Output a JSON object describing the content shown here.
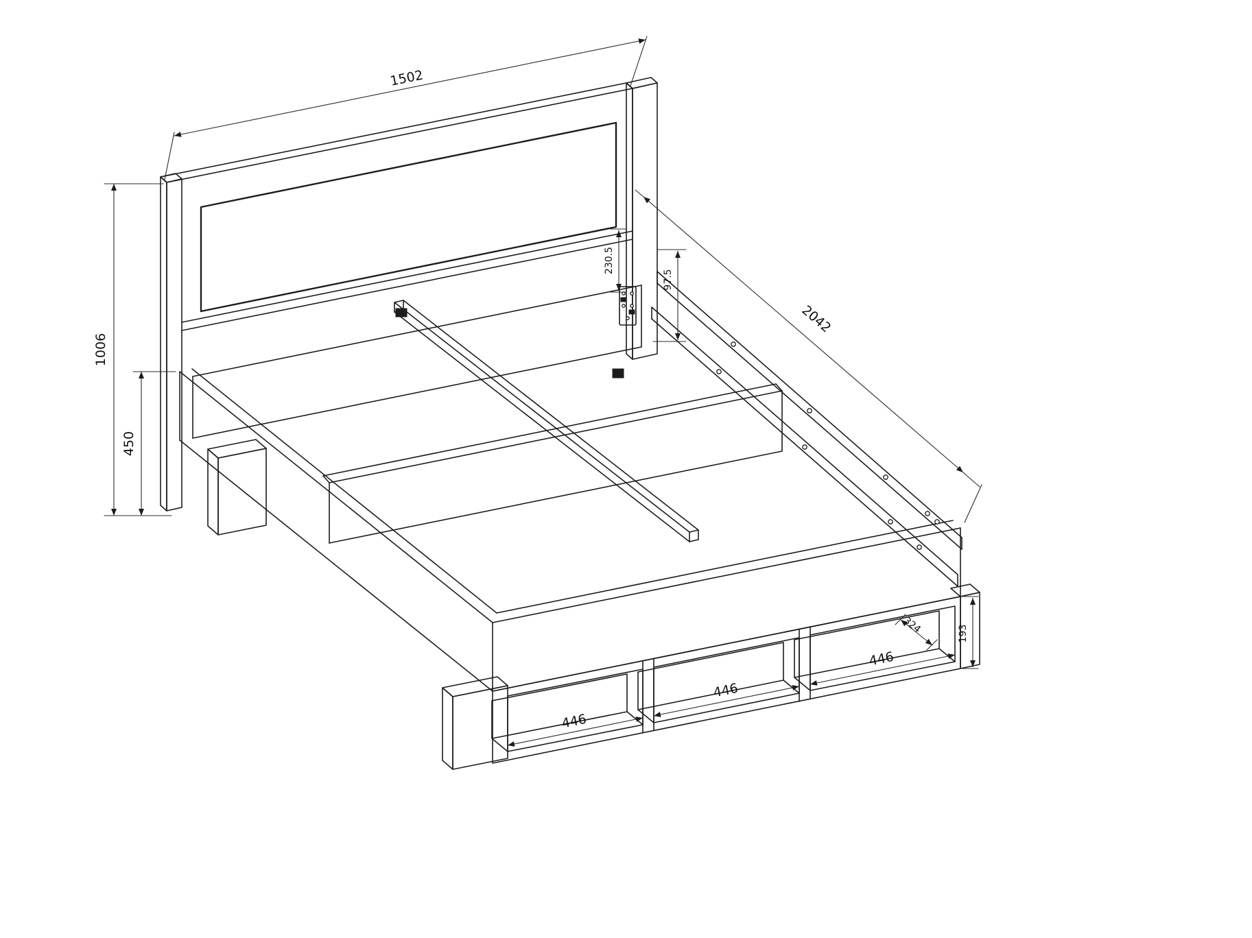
{
  "drawing": {
    "kind": "isometric furniture technical drawing",
    "subject": "bed frame with headboard, center beam, side rails and under-bed storage compartments"
  },
  "dims": {
    "headboard_width": "1502",
    "overall_height": "1006",
    "base_height": "450",
    "panel_offset": "230.5",
    "rail_mount_offset": "97.5",
    "bed_length": "2042",
    "compartment_width_1": "446",
    "compartment_width_2": "446",
    "compartment_width_3": "446",
    "compartment_depth": "324",
    "compartment_height": "193"
  },
  "colors": {
    "line": "#1c1c1c",
    "dimension_line": "#2a2a2a",
    "background": "#ffffff"
  }
}
